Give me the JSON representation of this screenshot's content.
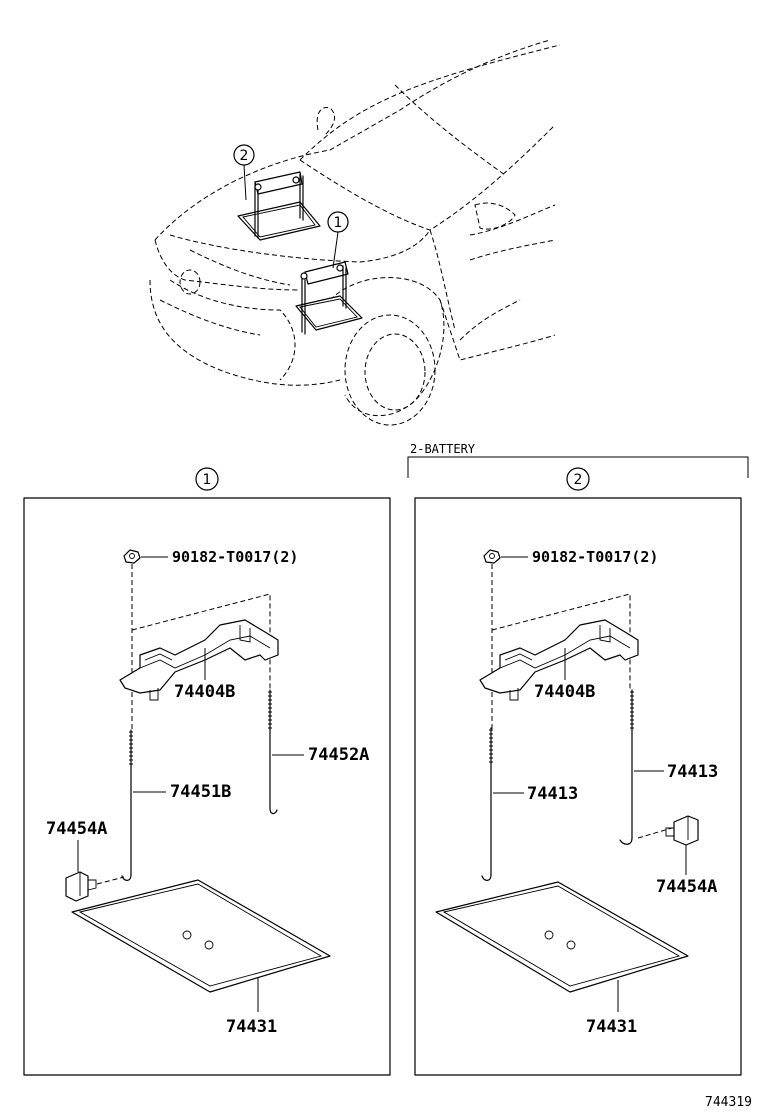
{
  "overview": {
    "marker_1": "1",
    "marker_2": "2"
  },
  "variant_note": "2-BATTERY",
  "panels": [
    {
      "marker": "1",
      "parts": {
        "nut": "90182-T0017(2)",
        "clamp": "74404B",
        "rod_right": "74452A",
        "rod_left": "74451B",
        "holder": "74454A",
        "tray": "74431"
      }
    },
    {
      "marker": "2",
      "parts": {
        "nut": "90182-T0017(2)",
        "clamp": "74404B",
        "rod_right": "74413",
        "rod_left": "74413",
        "holder": "74454A",
        "tray": "74431"
      }
    }
  ],
  "figure_id": "744319"
}
